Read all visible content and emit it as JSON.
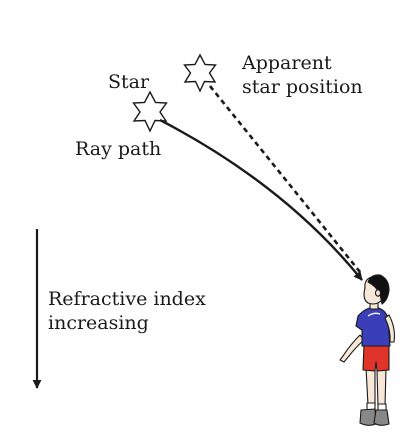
{
  "labels": {
    "star": "Star",
    "apparent_line1": "Apparent",
    "apparent_line2": "star position",
    "ray_path": "Ray path",
    "refractive_line1": "Refractive index",
    "refractive_line2": "increasing"
  },
  "colors": {
    "ink": "#1a1a1a",
    "shirt": "#3a3fb8",
    "shorts": "#e0342a",
    "skin": "#f6e7d8",
    "hair": "#111111",
    "shoes": "#888888"
  },
  "icons": [
    "star-icon",
    "apparent-star-icon",
    "observer-boy-icon"
  ]
}
